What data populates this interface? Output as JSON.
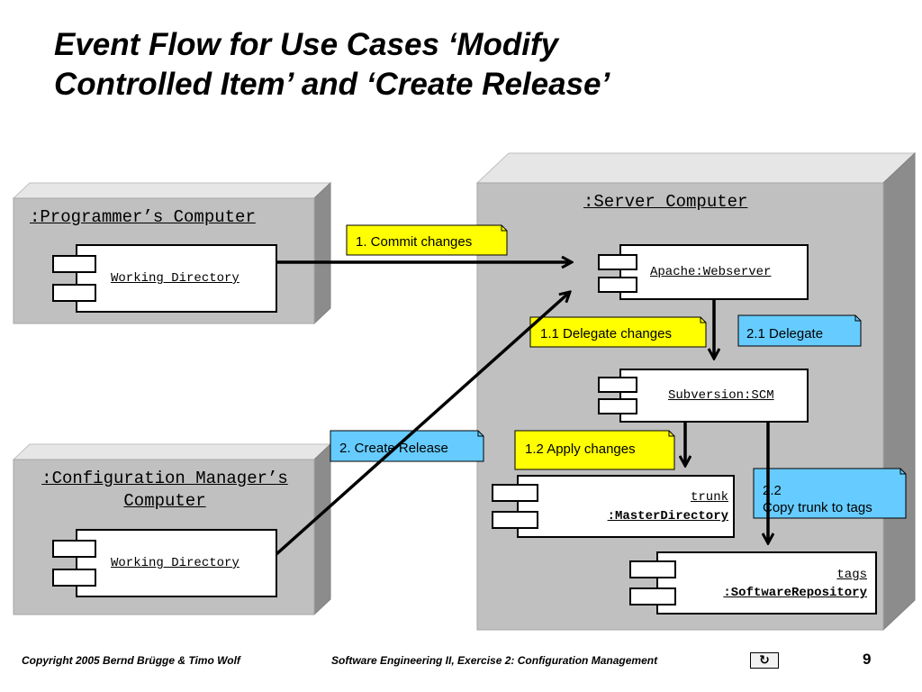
{
  "title": {
    "line1": "Event Flow for Use Cases ‘Modify",
    "line2": "Controlled Item’ and ‘Create Release’"
  },
  "nodes": {
    "programmer": {
      "title": ":Programmer’s Computer",
      "component": "Working Directory"
    },
    "config_manager": {
      "title_line1": ":Configuration Manager’s",
      "title_line2": " Computer",
      "component": "Working Directory"
    },
    "server": {
      "title": ":Server Computer"
    }
  },
  "components": {
    "apache": {
      "name": "Apache:Webserver"
    },
    "subversion": {
      "name": "Subversion:SCM"
    },
    "trunk": {
      "name": "trunk",
      "type": ":MasterDirectory"
    },
    "tags": {
      "name": "tags",
      "type": ":SoftwareRepository"
    }
  },
  "notes": {
    "commit": "1. Commit changes",
    "delegate_changes": "1.1 Delegate changes",
    "apply_changes": "1.2 Apply changes",
    "create_release": "2. Create Release",
    "delegate": "2.1 Delegate",
    "copy_line1": "2.2",
    "copy_line2": "Copy trunk to tags"
  },
  "colors": {
    "note_yellow": "#ffff00",
    "note_blue": "#66ccff",
    "node_gray": "#c0c0c0"
  },
  "footer": {
    "copyright": "Copyright  2005  Bernd Brügge & Timo Wolf",
    "course": "Software  Engineering II,  Exercise 2:  Configuration Management",
    "nav_icon": "↻",
    "page": "9"
  }
}
